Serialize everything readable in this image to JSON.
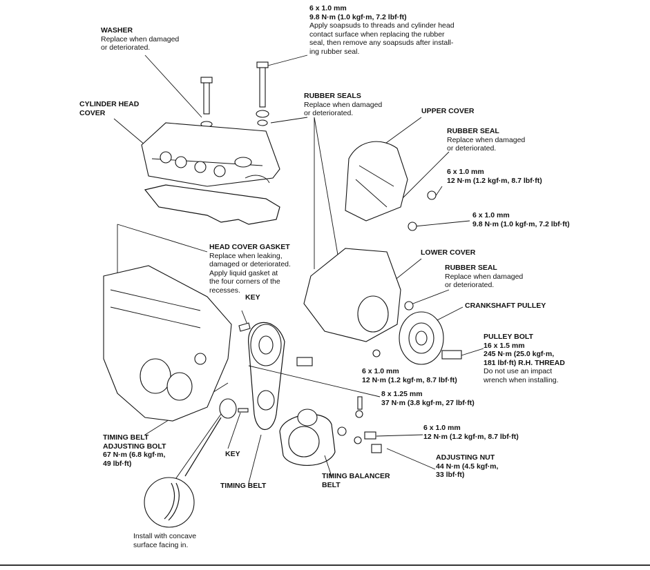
{
  "labels": {
    "top_bolt": {
      "spec": "6 x 1.0 mm",
      "torque": "9.8 N·m (1.0 kgf·m, 7.2 lbf·ft)",
      "lines": [
        "Apply soapsuds to threads and cylinder head",
        "contact surface when replacing the rubber",
        "seal, then remove any soapsuds after install-",
        "ing rubber seal."
      ]
    },
    "washer": {
      "title": "WASHER",
      "lines": [
        "Replace when damaged",
        "or deteriorated."
      ]
    },
    "cylinder_head_cover": {
      "lines": [
        "CYLINDER HEAD",
        "COVER"
      ]
    },
    "rubber_seals": {
      "title": "RUBBER SEALS",
      "lines": [
        "Replace when damaged",
        "or deteriorated."
      ]
    },
    "upper_cover": {
      "title": "UPPER COVER"
    },
    "rubber_seal_upper": {
      "title": "RUBBER SEAL",
      "lines": [
        "Replace when damaged",
        "or deteriorated."
      ]
    },
    "bolt_upper_1": {
      "spec": "6 x 1.0 mm",
      "torque": "12 N·m (1.2 kgf·m, 8.7 lbf·ft)"
    },
    "bolt_upper_2": {
      "spec": "6 x 1.0 mm",
      "torque": "9.8 N·m (1.0 kgf·m, 7.2 lbf·ft)"
    },
    "head_cover_gasket": {
      "title": "HEAD COVER GASKET",
      "lines": [
        "Replace when leaking,",
        "damaged or deteriorated.",
        "Apply liquid gasket at",
        "the four corners of the",
        "recesses."
      ]
    },
    "lower_cover": {
      "title": "LOWER COVER"
    },
    "rubber_seal_lower": {
      "title": "RUBBER SEAL",
      "lines": [
        "Replace when damaged",
        "or deteriorated."
      ]
    },
    "key_top": {
      "title": "KEY"
    },
    "crankshaft_pulley": {
      "title": "CRANKSHAFT PULLEY"
    },
    "pulley_bolt": {
      "title": "PULLEY BOLT",
      "lines_bold": [
        "16 x 1.5 mm",
        "245 N·m (25.0 kgf·m,",
        "181 lbf·ft) R.H.  THREAD"
      ],
      "lines": [
        "Do not use an impact",
        "wrench when installing."
      ]
    },
    "bolt_lower_cover": {
      "spec": "6 x 1.0 mm",
      "torque": "12 N·m (1.2 kgf·m, 8.7 lbf·ft)"
    },
    "bolt_8x125": {
      "spec": "8 x 1.25 mm",
      "torque": "37 N·m (3.8 kgf·m, 27 lbf·ft)"
    },
    "bolt_tensioner": {
      "spec": "6 x 1.0 mm",
      "torque": "12 N·m (1.2 kgf·m, 8.7 lbf·ft)"
    },
    "timing_belt_adjusting_bolt": {
      "lines": [
        "TIMING BELT",
        "ADJUSTING BOLT",
        "67 N·m (6.8 kgf·m,",
        "49 lbf·ft)"
      ]
    },
    "key_bottom": {
      "title": "KEY"
    },
    "adjusting_nut": {
      "title": "ADJUSTING NUT",
      "lines": [
        "44 N·m (4.5 kgf·m,",
        "33 lbf·ft)"
      ]
    },
    "timing_belt": {
      "title": "TIMING BELT"
    },
    "timing_balancer_belt": {
      "lines": [
        "TIMING BALANCER",
        "BELT"
      ]
    },
    "install_note": {
      "lines": [
        "Install with concave",
        "surface facing in."
      ]
    }
  }
}
